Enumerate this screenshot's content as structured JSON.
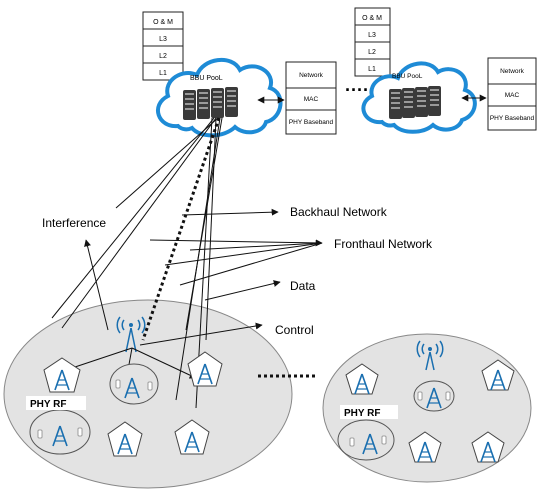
{
  "left_pool": {
    "stack": [
      "O & M",
      "L3",
      "L2",
      "L1"
    ],
    "cloud_label": "BBU PooL",
    "protocol": [
      "Network",
      "MAC",
      "PHY Baseband"
    ]
  },
  "right_pool": {
    "stack": [
      "O & M",
      "L3",
      "L2",
      "L1"
    ],
    "cloud_label": "BBU PooL",
    "protocol": [
      "Network",
      "MAC",
      "PHY Baseband"
    ]
  },
  "annotations": {
    "interference": "Interference",
    "backhaul": "Backhaul Network",
    "fronthaul": "Fronthaul Network",
    "data": "Data",
    "control": "Control"
  },
  "cells": {
    "left_phy_rf": "PHY RF",
    "right_phy_rf": "PHY RF"
  },
  "colors": {
    "cloud_stroke": "#1e8bd6",
    "antenna_blue": "#1a6fb0",
    "cell_fill": "#e3e3e3",
    "line": "#111111"
  }
}
